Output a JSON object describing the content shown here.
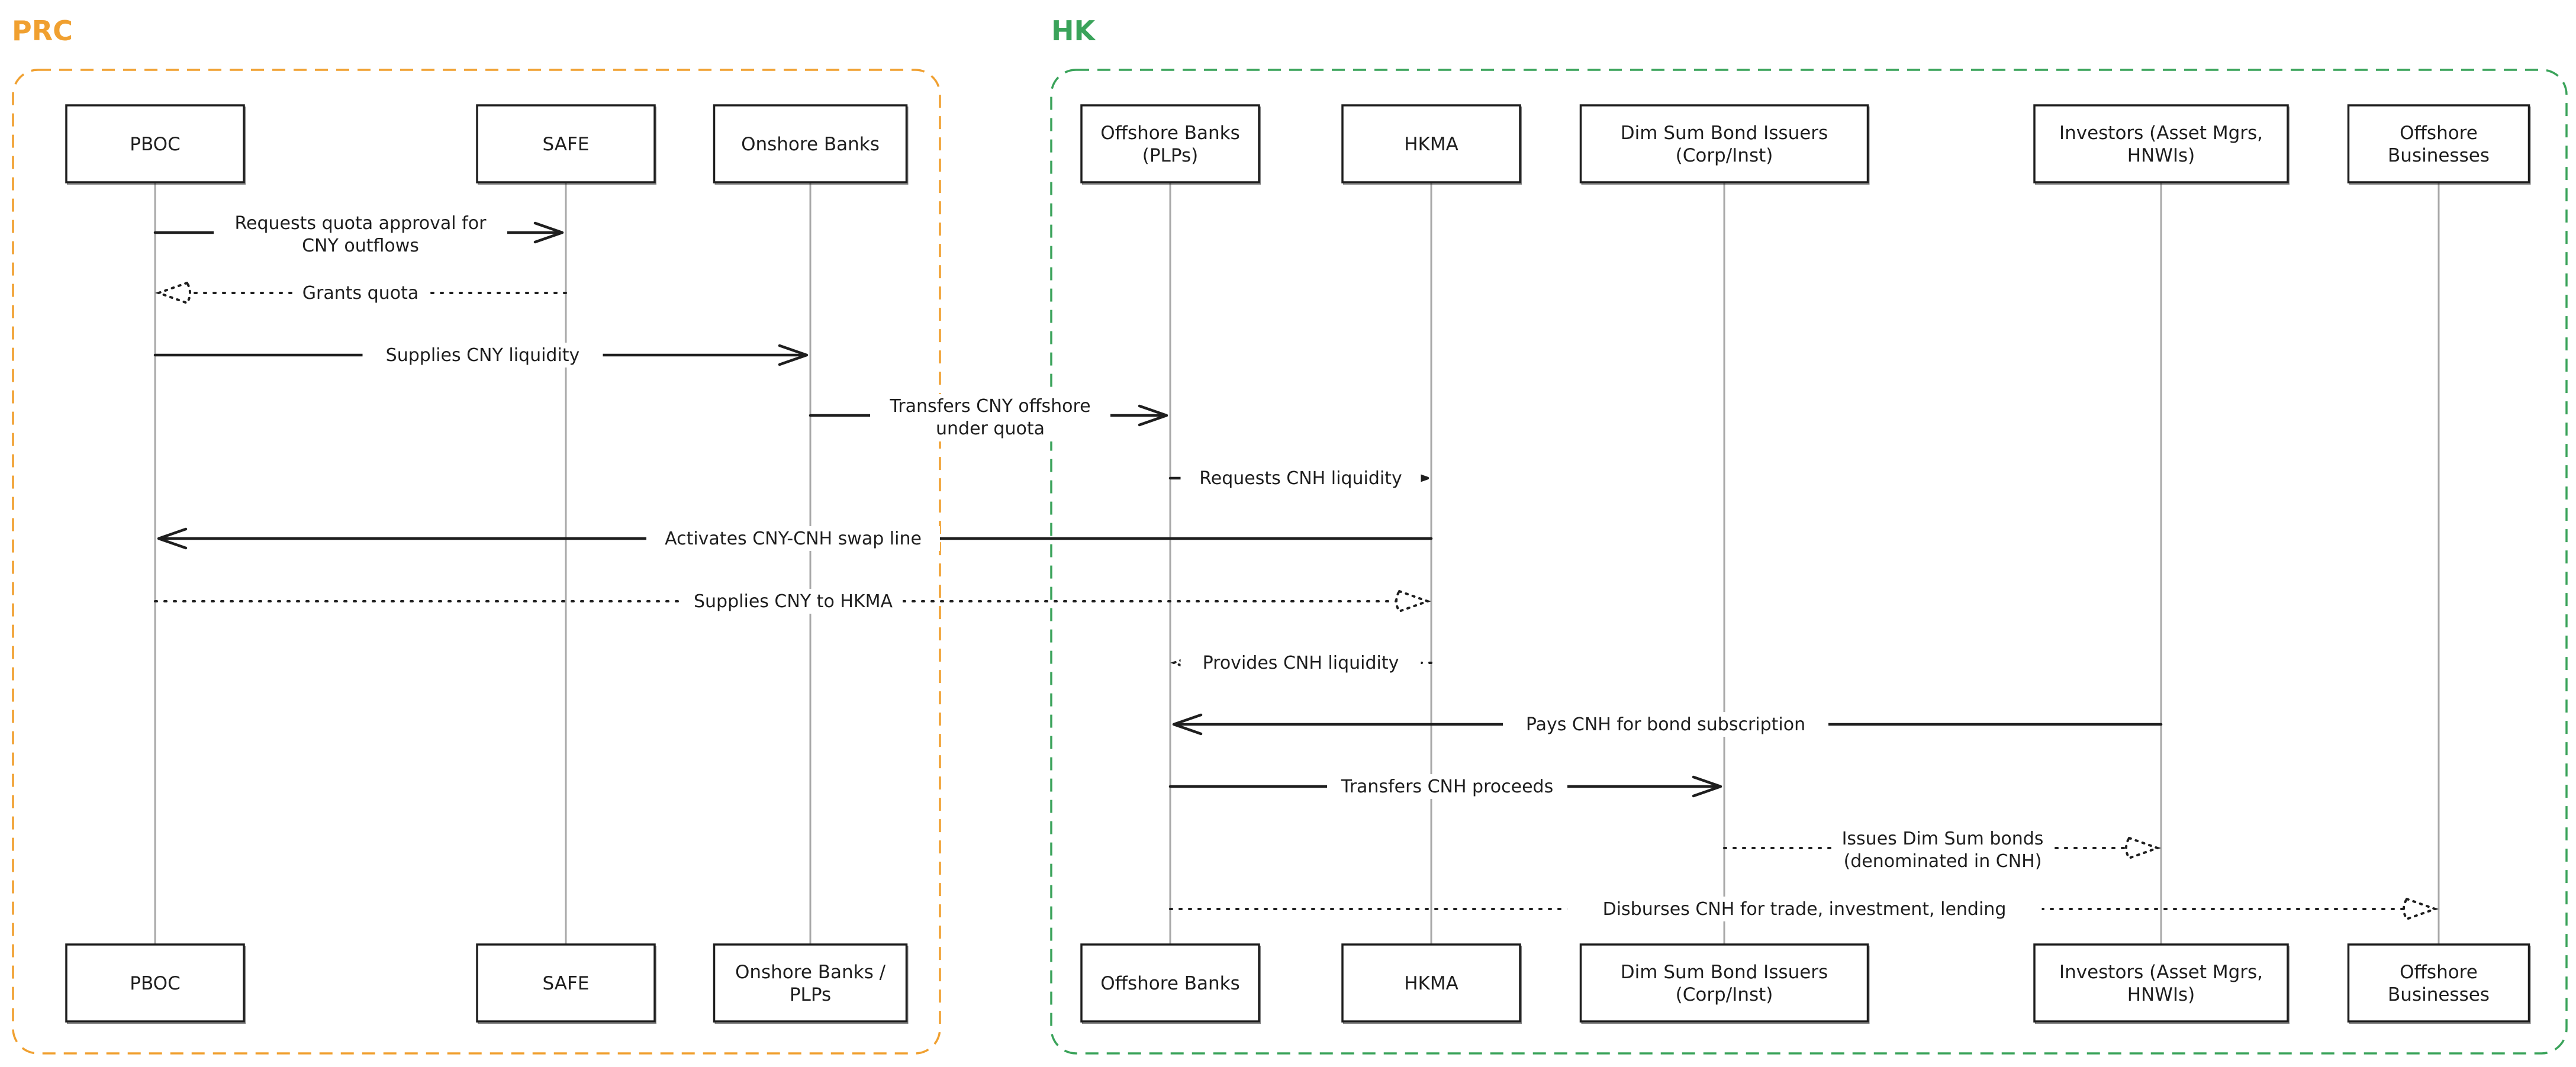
{
  "zones": [
    {
      "id": "prc",
      "label": "PRC",
      "color": "#f0a030"
    },
    {
      "id": "hk",
      "label": "HK",
      "color": "#3aa35a"
    }
  ],
  "participants": [
    {
      "id": "pboc",
      "zone": "prc",
      "top": [
        "PBOC"
      ],
      "bottom": [
        "PBOC"
      ]
    },
    {
      "id": "safe",
      "zone": "prc",
      "top": [
        "SAFE"
      ],
      "bottom": [
        "SAFE"
      ]
    },
    {
      "id": "onshore",
      "zone": "prc",
      "top": [
        "Onshore Banks"
      ],
      "bottom": [
        "Onshore Banks /",
        "PLPs"
      ]
    },
    {
      "id": "offshore",
      "zone": "hk",
      "top": [
        "Offshore Banks",
        "(PLPs)"
      ],
      "bottom": [
        "Offshore Banks"
      ]
    },
    {
      "id": "hkma",
      "zone": "hk",
      "top": [
        "HKMA"
      ],
      "bottom": [
        "HKMA"
      ]
    },
    {
      "id": "issuers",
      "zone": "hk",
      "top": [
        "Dim Sum Bond Issuers",
        "(Corp/Inst)"
      ],
      "bottom": [
        "Dim Sum Bond Issuers",
        "(Corp/Inst)"
      ]
    },
    {
      "id": "investors",
      "zone": "hk",
      "top": [
        "Investors (Asset Mgrs,",
        "HNWIs)"
      ],
      "bottom": [
        "Investors (Asset Mgrs,",
        "HNWIs)"
      ]
    },
    {
      "id": "businesses",
      "zone": "hk",
      "top": [
        "Offshore",
        "Businesses"
      ],
      "bottom": [
        "Offshore",
        "Businesses"
      ]
    }
  ],
  "messages": [
    {
      "from": "pboc",
      "to": "safe",
      "style": "solid",
      "label": [
        "Requests quota approval for",
        "CNY outflows"
      ]
    },
    {
      "from": "safe",
      "to": "pboc",
      "style": "dotted",
      "label": [
        "Grants quota"
      ]
    },
    {
      "from": "pboc",
      "to": "onshore",
      "style": "solid",
      "label": [
        "Supplies CNY liquidity"
      ]
    },
    {
      "from": "onshore",
      "to": "offshore",
      "style": "solid",
      "label": [
        "Transfers CNY offshore",
        "under quota"
      ]
    },
    {
      "from": "offshore",
      "to": "hkma",
      "style": "solid",
      "label": [
        "Requests CNH liquidity"
      ]
    },
    {
      "from": "hkma",
      "to": "pboc",
      "style": "solid",
      "label": [
        "Activates CNY-CNH swap line"
      ]
    },
    {
      "from": "pboc",
      "to": "hkma",
      "style": "dotted",
      "label": [
        "Supplies CNY to HKMA"
      ]
    },
    {
      "from": "hkma",
      "to": "offshore",
      "style": "dotted",
      "label": [
        "Provides CNH liquidity"
      ]
    },
    {
      "from": "investors",
      "to": "offshore",
      "style": "solid",
      "label": [
        "Pays CNH for bond subscription"
      ]
    },
    {
      "from": "offshore",
      "to": "issuers",
      "style": "solid",
      "label": [
        "Transfers CNH proceeds"
      ]
    },
    {
      "from": "issuers",
      "to": "investors",
      "style": "dotted",
      "label": [
        "Issues Dim Sum bonds",
        "(denominated in CNH)"
      ]
    },
    {
      "from": "offshore",
      "to": "businesses",
      "style": "dotted",
      "label": [
        "Disburses CNH for trade, investment, lending"
      ]
    }
  ]
}
